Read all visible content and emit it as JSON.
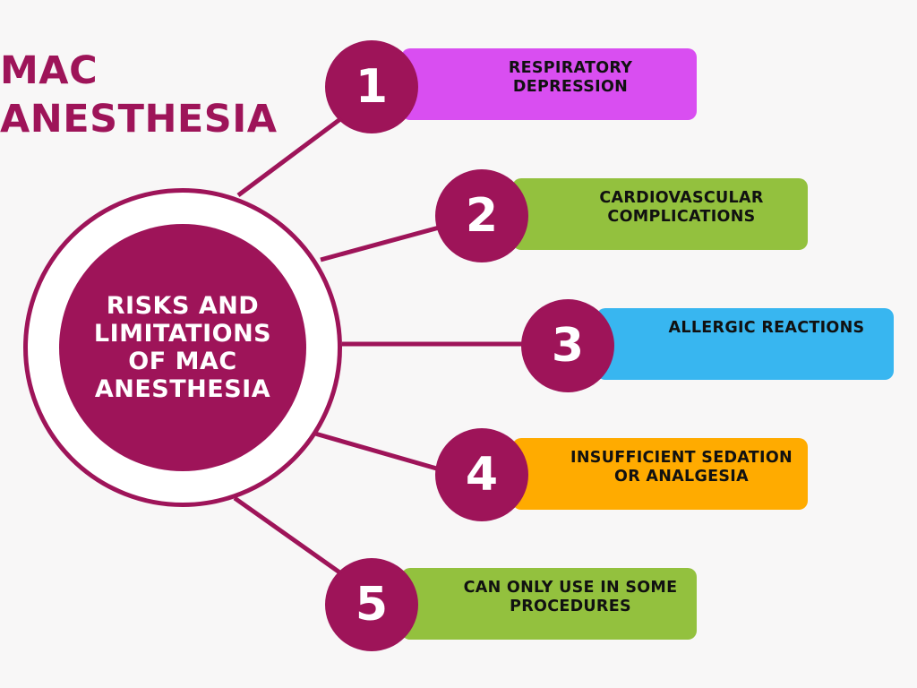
{
  "title": {
    "line1": "MAC",
    "line2": "ANESTHESIA"
  },
  "hub": {
    "label": "RISKS AND LIMITATIONS OF MAC ANESTHESIA"
  },
  "colors": {
    "primary": "#9e1459",
    "background": "#f8f7f7",
    "item1": "#d94ef1",
    "item2": "#93c13e",
    "item3": "#38b6f0",
    "item4": "#ffab00",
    "item5": "#93c13e"
  },
  "items": [
    {
      "number": "1",
      "label": "RESPIRATORY DEPRESSION"
    },
    {
      "number": "2",
      "label": "CARDIOVASCULAR COMPLICATIONS"
    },
    {
      "number": "3",
      "label": "ALLERGIC REACTIONS"
    },
    {
      "number": "4",
      "label": "INSUFFICIENT SEDATION OR ANALGESIA"
    },
    {
      "number": "5",
      "label": "CAN ONLY USE IN SOME PROCEDURES"
    }
  ]
}
